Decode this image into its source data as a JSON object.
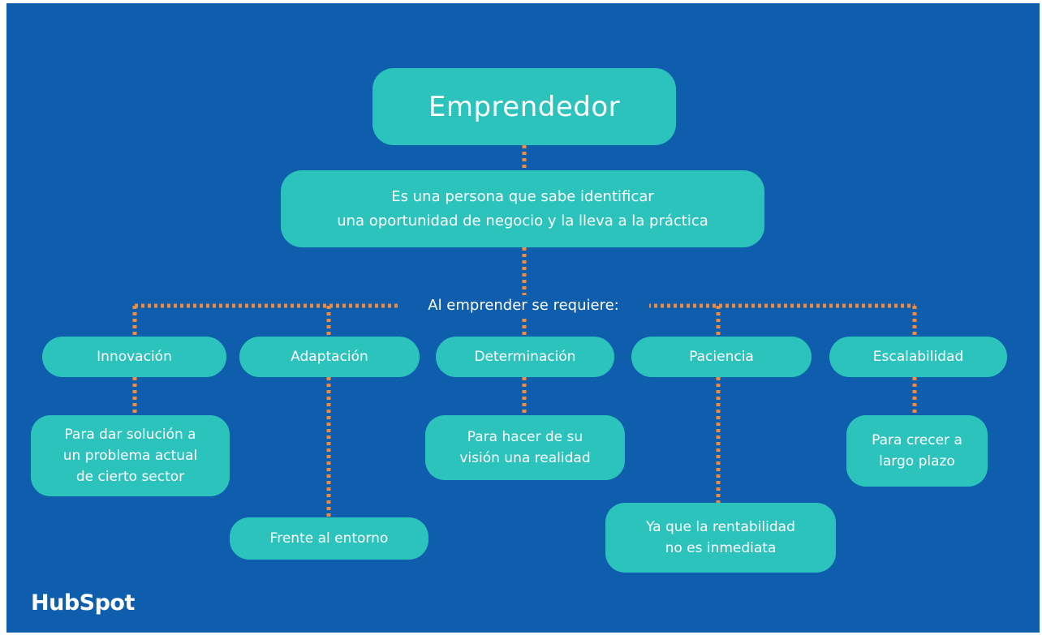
{
  "colors": {
    "background": "#0F5EAD",
    "node": "#2BC3BC",
    "text": "#FFFFFF",
    "connector": "#F08A3C"
  },
  "diagram": {
    "title": "Emprendedor",
    "definition_line1": "Es una persona que sabe identificar",
    "definition_line2": "una oportunidad de negocio y la lleva a la práctica",
    "connector_label": "Al emprender se requiere:",
    "categories": [
      {
        "label": "Innovación",
        "desc_line1": "Para dar solución a",
        "desc_line2": "un problema actual",
        "desc_line3": "de cierto sector"
      },
      {
        "label": "Adaptación",
        "desc_line1": "Frente al entorno"
      },
      {
        "label": "Determinación",
        "desc_line1": "Para hacer de su",
        "desc_line2": "visión una realidad"
      },
      {
        "label": "Paciencia",
        "desc_line1": "Ya que la rentabilidad",
        "desc_line2": "no es inmediata"
      },
      {
        "label": "Escalabilidad",
        "desc_line1": "Para crecer a",
        "desc_line2": "largo plazo"
      }
    ]
  },
  "brand": {
    "logo_text": "HubSpot"
  }
}
